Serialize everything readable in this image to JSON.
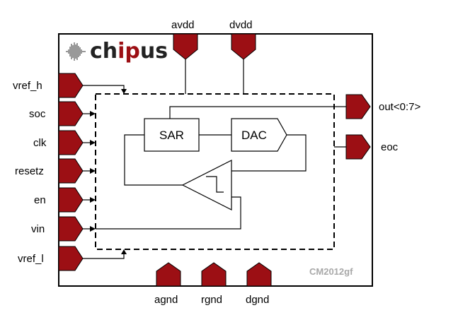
{
  "logo": {
    "text_a": "ch",
    "text_b": "ip",
    "text_c": "us",
    "brand_color": "#9c0f14"
  },
  "part_number": "CM2012gf",
  "pins": {
    "left": [
      "vref_h",
      "soc",
      "clk",
      "resetz",
      "en",
      "vin",
      "vref_l"
    ],
    "top": [
      "avdd",
      "dvdd"
    ],
    "bottom": [
      "agnd",
      "rgnd",
      "dgnd"
    ],
    "right": [
      "out<0:7>",
      "eoc"
    ]
  },
  "blocks": {
    "sar": "SAR",
    "dac": "DAC"
  },
  "colors": {
    "pin_fill": "#9c0f14",
    "part_label": "#a8a8a8"
  }
}
